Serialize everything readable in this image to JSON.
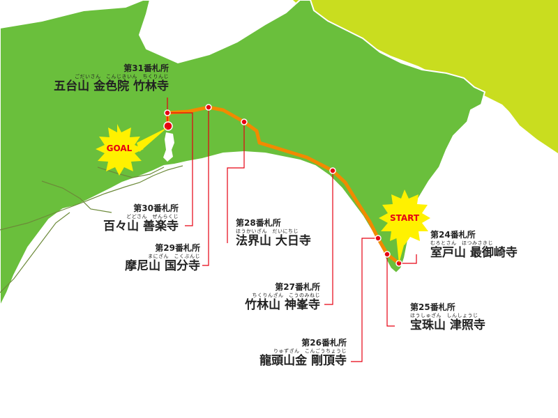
{
  "colors": {
    "sea": "#ffffff",
    "land": "#6abf3c",
    "land_far": "#c9dd1f",
    "coast_line": "#ffffff",
    "road": "#6c8a39",
    "route": "#f18a00",
    "temple_dot": "#e60012",
    "leader_line": "#e60012",
    "burst": "#fff100",
    "burst_text": "#e60012"
  },
  "markers": {
    "start": "START",
    "goal": "GOAL"
  },
  "temples": [
    {
      "id": "t31",
      "number": "第31番札所",
      "reading": "ごだいさん　こんじきいん　ちくりんじ",
      "name": "五台山 金色院 竹林寺"
    },
    {
      "id": "t30",
      "number": "第30番札所",
      "reading": "どどさん　ぜんらくじ",
      "name": "百々山 善楽寺"
    },
    {
      "id": "t29",
      "number": "第29番札所",
      "reading": "まにざん　こくぶんじ",
      "name": "摩尼山 国分寺"
    },
    {
      "id": "t28",
      "number": "第28番札所",
      "reading": "ほうかいざん　だいにちじ",
      "name": "法界山 大日寺"
    },
    {
      "id": "t27",
      "number": "第27番札所",
      "reading": "ちくりんざん　こうのみねじ",
      "name": "竹林山 神峯寺"
    },
    {
      "id": "t26",
      "number": "第26番札所",
      "reading": "りゅずざん　こんごうちょうじ",
      "name": "龍頭山金 剛頂寺"
    },
    {
      "id": "t25",
      "number": "第25番札所",
      "reading": "ほうしゅざん　しんしょうじ",
      "name": "宝珠山 津照寺"
    },
    {
      "id": "t24",
      "number": "第24番札所",
      "reading": "むろとさん　ほつみさきじ",
      "name": "室戸山 最御崎寺"
    }
  ]
}
